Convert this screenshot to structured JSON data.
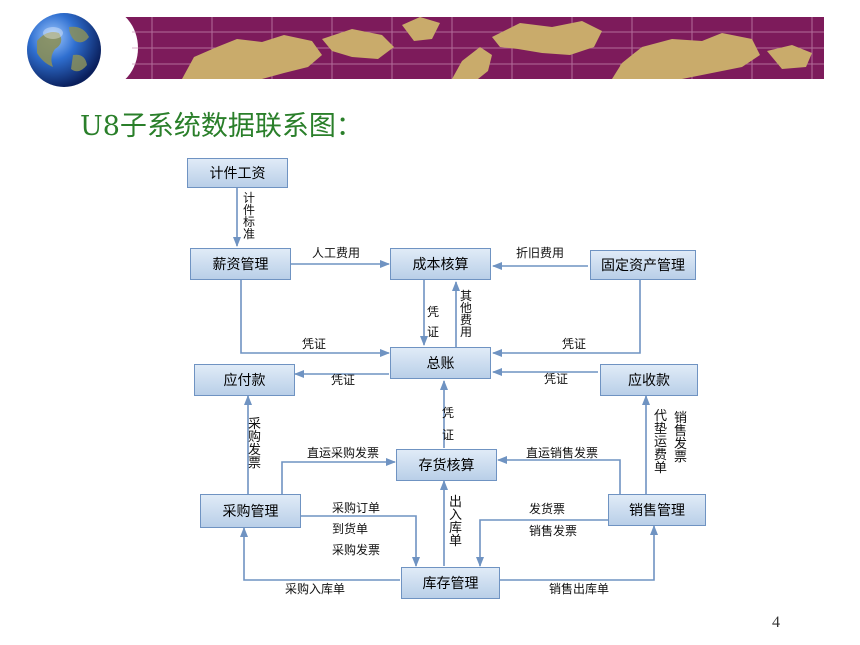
{
  "slide": {
    "title": "U8子系统数据联系图：",
    "page_number": "4"
  },
  "colors": {
    "banner": "#7d1b5b",
    "title_text": "#2a7f2a",
    "node_fill": "#c9dbef",
    "node_border": "#6f93c2",
    "arrow": "#6f93c2"
  },
  "icons": {
    "globe": "globe-icon",
    "world_map": "world-map-icon"
  },
  "diagram": {
    "nodes": {
      "piece_wage": "计件工资",
      "payroll": "薪资管理",
      "cost_accounting": "成本核算",
      "fixed_assets": "固定资产管理",
      "accounts_payable": "应付款",
      "general_ledger": "总账",
      "accounts_receivable": "应收款",
      "inventory_accounting": "存货核算",
      "purchasing": "采购管理",
      "sales": "销售管理",
      "inventory": "库存管理"
    },
    "edges": {
      "piece_standard": "计件标准",
      "labor_cost": "人工费用",
      "depreciation": "折旧费用",
      "voucher_cost_to_gl": "凭证",
      "other_expenses": "其他费用",
      "voucher_payroll": "凭证",
      "voucher_assets": "凭证",
      "voucher_payable": "凭证",
      "voucher_receivable": "凭证",
      "voucher_inventory": "凭证",
      "purchase_invoice": "采购发票",
      "direct_purchase_invoice": "直运采购发票",
      "direct_sales_invoice": "直运销售发票",
      "advance_freight_invoice": "代垫运费单",
      "sales_invoice_vertical": "销售发票",
      "purchase_order": "采购订单",
      "arrival_note": "到货单",
      "purchase_invoice_to_inventory": "采购发票",
      "in_out_warehouse": "出入库单",
      "delivery_note": "发货票",
      "sales_invoice_to_inventory": "销售发票",
      "purchase_receipt": "采购入库单",
      "sales_outbound": "销售出库单"
    }
  }
}
